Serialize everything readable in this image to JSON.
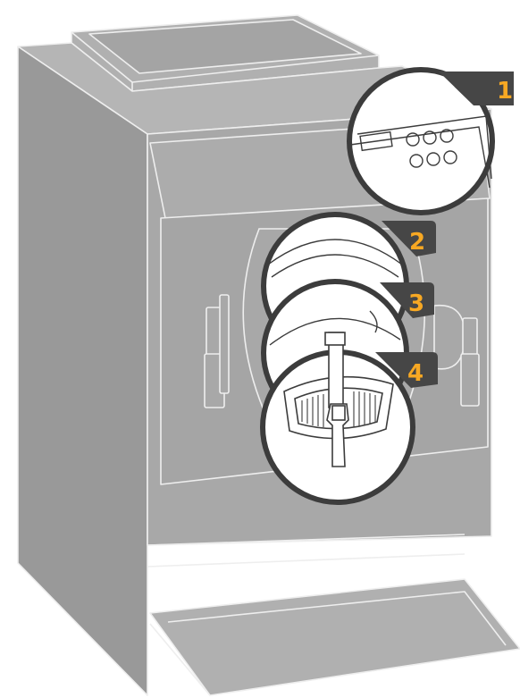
{
  "colors": {
    "body": "#a8a8a8",
    "body_dark": "#999999",
    "body_light": "#b5b5b5",
    "line": "#eeeeee",
    "zoom_fill": "#ffffff",
    "zoom_ring": "#3c3c3c",
    "badge": "#464646",
    "badge_text": "#f7a823"
  },
  "callouts": [
    {
      "number": "1",
      "label": "control-panel"
    },
    {
      "number": "2",
      "label": "upper-lid"
    },
    {
      "number": "3",
      "label": "front-door"
    },
    {
      "number": "4",
      "label": "dispensing-spout"
    }
  ]
}
